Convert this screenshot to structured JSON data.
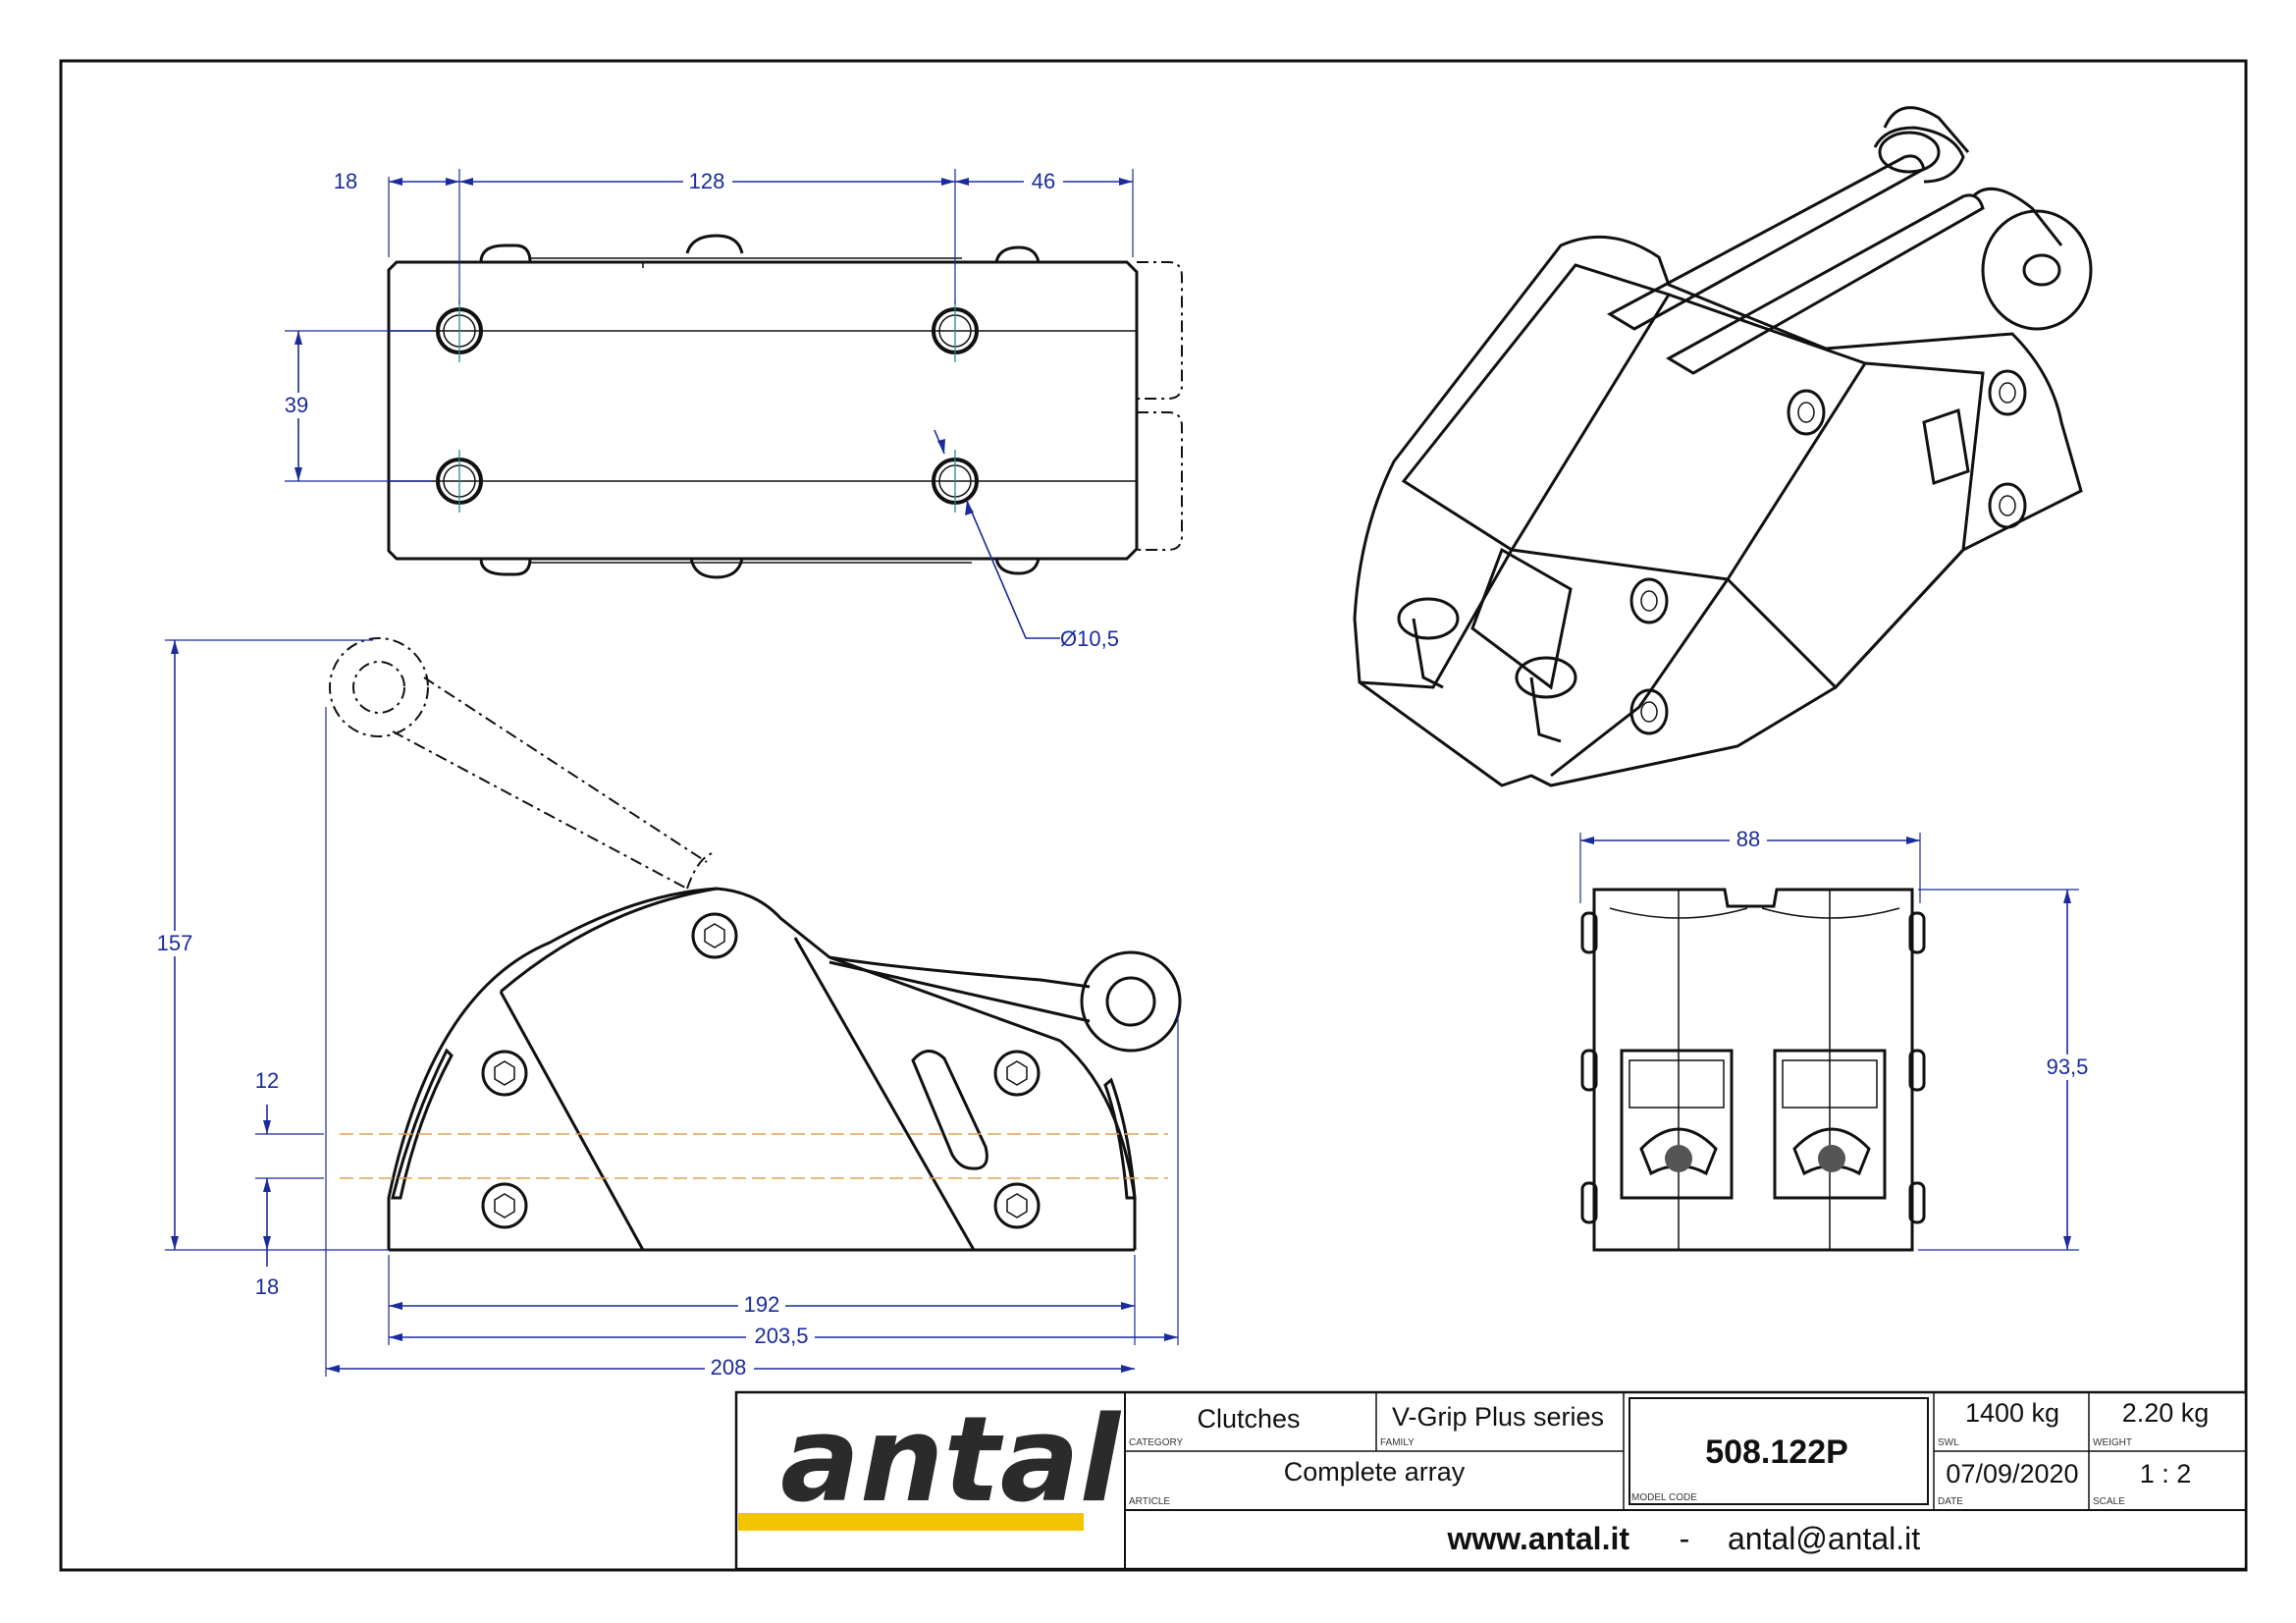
{
  "dimensions": {
    "top_left": "18",
    "top_middle": "128",
    "top_right": "46",
    "hole_spacing": "39",
    "hole_diameter": "Ø10,5",
    "height_total": "157",
    "line_low": "12",
    "line_base": "18",
    "length_192": "192",
    "length_203": "203,5",
    "length_208": "208",
    "width_88": "88",
    "height_93": "93,5"
  },
  "title_block": {
    "logo_text": "antal",
    "category_value": "Clutches",
    "category_label": "CATEGORY",
    "family_value": "V-Grip Plus series",
    "family_label": "FAMILY",
    "article_value": "Complete array",
    "article_label": "ARTICLE",
    "model_code_value": "508.122P",
    "model_code_label": "MODEL CODE",
    "swl_value": "1400 kg",
    "swl_label": "SWL",
    "weight_value": "2.20 kg",
    "weight_label": "WEIGHT",
    "date_value": "07/09/2020",
    "date_label": "DATE",
    "scale_value": "1 : 2",
    "scale_label": "SCALE",
    "website": "www.antal.it",
    "separator": "-",
    "email": "antal@antal.it"
  },
  "colors": {
    "dimension": "#1a2b9c",
    "logo_bar": "#f2c500",
    "construction_line": "#e0a050",
    "center_line": "#2a8c8c"
  }
}
